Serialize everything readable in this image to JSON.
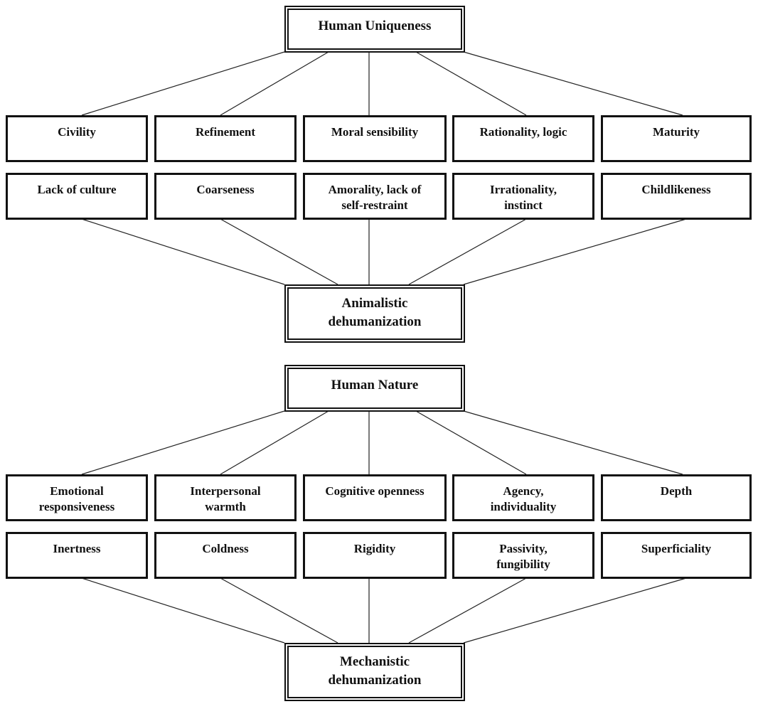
{
  "sections": [
    {
      "top": "Human Uniqueness",
      "positives": [
        "Civility",
        "Refinement",
        "Moral sensibility",
        "Rationality, logic",
        "Maturity"
      ],
      "negatives": [
        "Lack of culture",
        "Coarseness",
        "Amorality, lack of\nself-restraint",
        "Irrationality,\ninstinct",
        "Childlikeness"
      ],
      "bottom": "Animalistic\ndehumanization"
    },
    {
      "top": "Human Nature",
      "positives": [
        "Emotional\nresponsiveness",
        "Interpersonal\nwarmth",
        "Cognitive openness",
        "Agency,\nindividuality",
        "Depth"
      ],
      "negatives": [
        "Inertness",
        "Coldness",
        "Rigidity",
        "Passivity,\nfungibility",
        "Superficiality"
      ],
      "bottom": "Mechanistic\ndehumanization"
    }
  ]
}
